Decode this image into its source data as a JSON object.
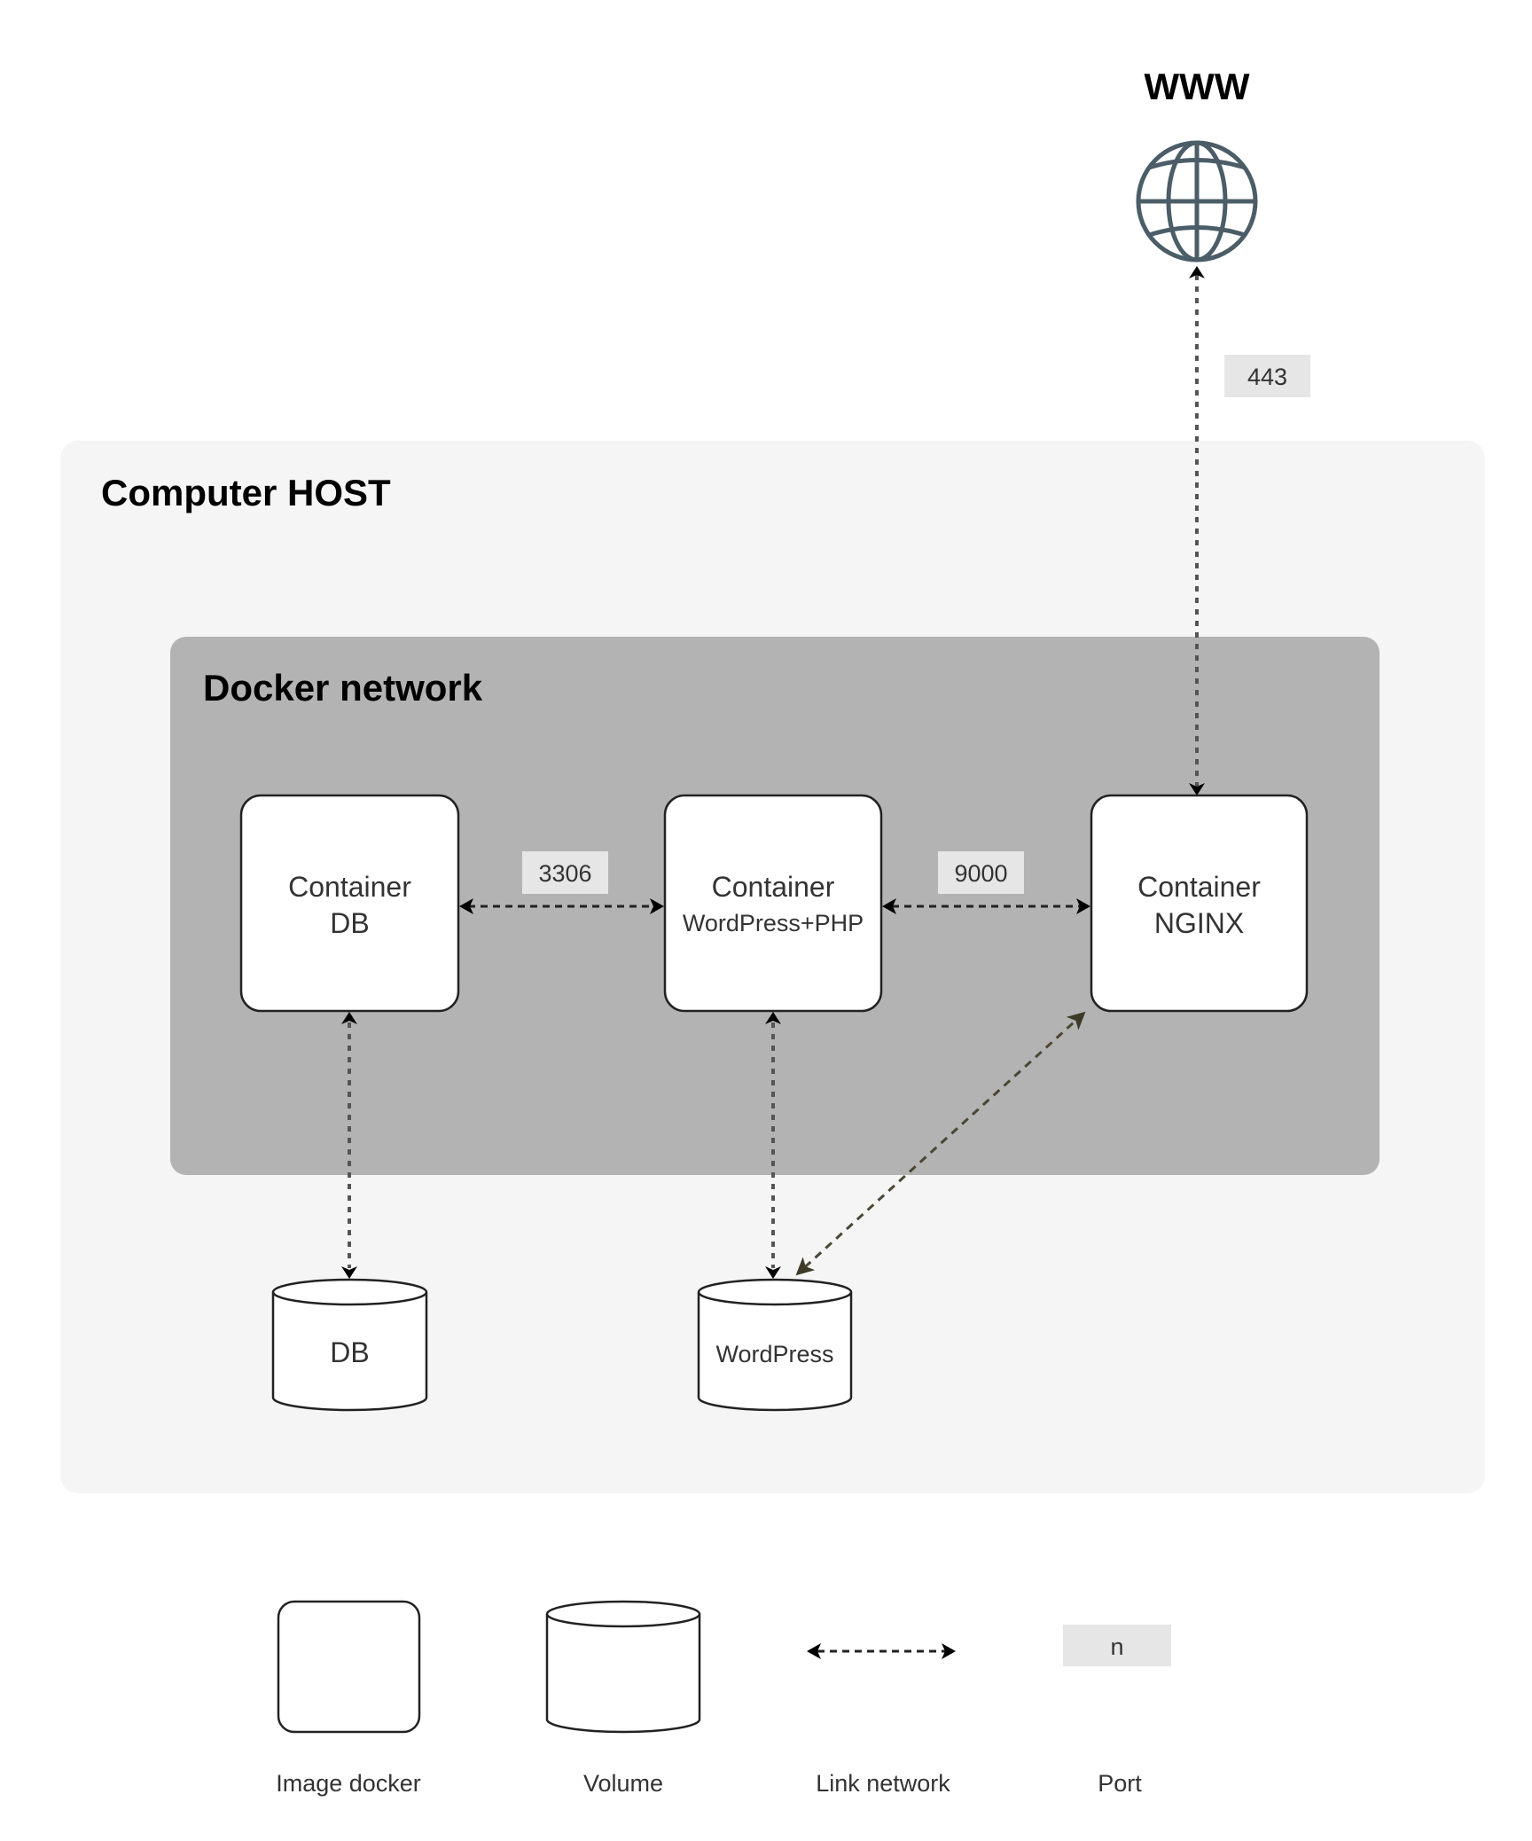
{
  "diagram": {
    "internet_label": "WWW",
    "internet_icon": "globe-icon",
    "host_title": "Computer HOST",
    "network_title": "Docker network",
    "containers": [
      {
        "id": "db",
        "title": "Container",
        "subtitle": "DB"
      },
      {
        "id": "wordpress",
        "title": "Container",
        "subtitle": "WordPress+PHP"
      },
      {
        "id": "nginx",
        "title": "Container",
        "subtitle": "NGINX"
      }
    ],
    "volumes": [
      {
        "id": "db-volume",
        "label": "DB"
      },
      {
        "id": "wordpress-volume",
        "label": "WordPress"
      }
    ],
    "ports": {
      "www_nginx": "443",
      "db_wordpress": "3306",
      "wordpress_nginx": "9000"
    },
    "links": [
      {
        "from": "WWW",
        "to": "Container NGINX",
        "port": "443",
        "direction": "bidirectional"
      },
      {
        "from": "Container DB",
        "to": "Container WordPress+PHP",
        "port": "3306",
        "direction": "bidirectional"
      },
      {
        "from": "Container WordPress+PHP",
        "to": "Container NGINX",
        "port": "9000",
        "direction": "bidirectional"
      },
      {
        "from": "Container DB",
        "to": "Volume DB",
        "direction": "bidirectional"
      },
      {
        "from": "Container WordPress+PHP",
        "to": "Volume WordPress",
        "direction": "bidirectional"
      },
      {
        "from": "Container NGINX",
        "to": "Volume WordPress",
        "direction": "bidirectional"
      }
    ]
  },
  "legend": {
    "image_docker": "Image docker",
    "volume": "Volume",
    "link_network": "Link network",
    "port": "Port",
    "port_sample": "n"
  },
  "colors": {
    "host_background": "#f5f5f5",
    "network_background": "#b3b3b3",
    "port_background": "#e6e6e6",
    "globe": "#4b5d67",
    "diagonal_link": "#4a4632"
  }
}
